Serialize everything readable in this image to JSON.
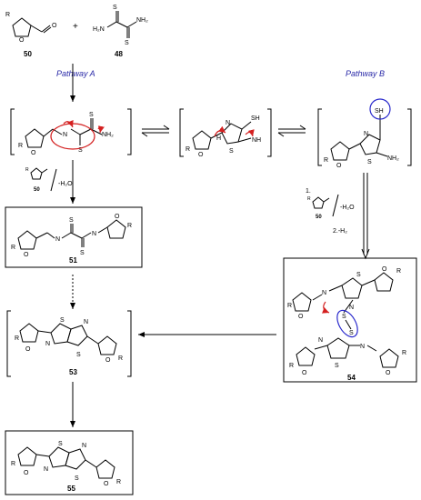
{
  "pathways": {
    "a": "Pathway A",
    "b": "Pathway B"
  },
  "compounds": {
    "c50": "50",
    "c48": "48",
    "c51": "51",
    "c53": "53",
    "c54": "54",
    "c55": "55",
    "c50_small_a": "50",
    "c50_small_b": "50"
  },
  "reagents": {
    "plus": "+",
    "minus_h2o_a": "-H₂O",
    "minus_h2o_b": "-H₂O",
    "step1": "1.",
    "step2": "2.-H₂"
  },
  "atoms": {
    "R": "R",
    "O": "O",
    "S": "S",
    "N": "N",
    "NH2": "NH₂",
    "H2N": "H₂N",
    "SH": "SH",
    "NH": "NH",
    "H": "H"
  },
  "colors": {
    "accent": "#2a2aa8",
    "arrow_red": "#d42020",
    "circle_blue": "#2a2acc"
  }
}
